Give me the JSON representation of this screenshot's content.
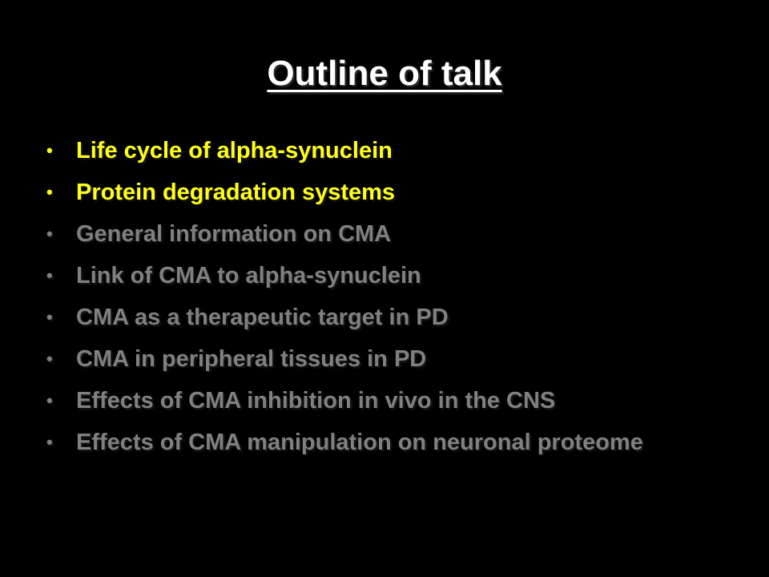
{
  "slide": {
    "title": "Outline of talk",
    "colors": {
      "background": "#000000",
      "title": "#ffffff",
      "active": "#ffff1a",
      "inactive": "#808080"
    },
    "bullet_glyph": "•",
    "items": [
      {
        "text": "Life cycle of alpha-synuclein",
        "state": "active"
      },
      {
        "text": "Protein degradation systems",
        "state": "active"
      },
      {
        "text": "General information on CMA",
        "state": "inactive"
      },
      {
        "text": "Link of CMA to alpha-synuclein",
        "state": "inactive"
      },
      {
        "text": "CMA as a therapeutic target in PD",
        "state": "inactive"
      },
      {
        "text": "CMA in peripheral tissues in PD",
        "state": "inactive"
      },
      {
        "text": "Effects of CMA inhibition in vivo in the CNS",
        "state": "inactive"
      },
      {
        "text": "Effects of CMA manipulation on neuronal proteome",
        "state": "inactive"
      }
    ]
  }
}
